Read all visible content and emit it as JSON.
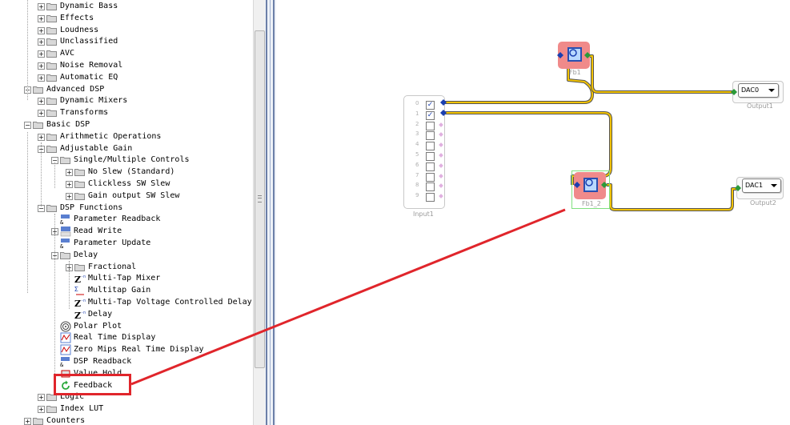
{
  "tree": {
    "items": [
      {
        "label": "Dynamic Bass",
        "expander": "+",
        "indent": 1
      },
      {
        "label": "Effects",
        "expander": "+",
        "indent": 1
      },
      {
        "label": "Loudness",
        "expander": "+",
        "indent": 1
      },
      {
        "label": "Unclassified",
        "expander": "+",
        "indent": 1
      },
      {
        "label": "AVC",
        "expander": "+",
        "indent": 1
      },
      {
        "label": "Noise Removal",
        "expander": "+",
        "indent": 1
      },
      {
        "label": "Automatic EQ",
        "expander": "+",
        "indent": 1
      },
      {
        "label": "Advanced DSP",
        "expander": "−",
        "indent": 0
      },
      {
        "label": "Dynamic Mixers",
        "expander": "+",
        "indent": 1
      },
      {
        "label": "Transforms",
        "expander": "+",
        "indent": 1
      },
      {
        "label": "Basic DSP",
        "expander": "−",
        "indent": 0
      },
      {
        "label": "Arithmetic Operations",
        "expander": "+",
        "indent": 1
      },
      {
        "label": "Adjustable Gain",
        "expander": "−",
        "indent": 1
      },
      {
        "label": "Single/Multiple Controls",
        "expander": "−",
        "indent": 2
      },
      {
        "label": "No Slew (Standard)",
        "expander": "+",
        "indent": 3
      },
      {
        "label": "Clickless SW Slew",
        "expander": "+",
        "indent": 3
      },
      {
        "label": "Gain output SW Slew",
        "expander": "+",
        "indent": 3
      },
      {
        "label": "DSP Functions",
        "expander": "−",
        "indent": 1
      },
      {
        "label": "Parameter Readback",
        "expander": "",
        "indent": 2,
        "icon": "readback"
      },
      {
        "label": "Read Write",
        "expander": "+",
        "indent": 2,
        "icon": "rw"
      },
      {
        "label": "Parameter Update",
        "expander": "",
        "indent": 2,
        "icon": "readback"
      },
      {
        "label": "Delay",
        "expander": "−",
        "indent": 2
      },
      {
        "label": "Fractional",
        "expander": "+",
        "indent": 3
      },
      {
        "label": "Multi-Tap Mixer",
        "expander": "",
        "indent": 3,
        "icon": "z"
      },
      {
        "label": "Multitap Gain",
        "expander": "",
        "indent": 3,
        "icon": "mtg"
      },
      {
        "label": "Multi-Tap Voltage Controlled Delay",
        "expander": "",
        "indent": 3,
        "icon": "z"
      },
      {
        "label": "Delay",
        "expander": "",
        "indent": 3,
        "icon": "z"
      },
      {
        "label": "Polar Plot",
        "expander": "",
        "indent": 2,
        "icon": "polar"
      },
      {
        "label": "Real Time Display",
        "expander": "",
        "indent": 2,
        "icon": "rtd"
      },
      {
        "label": "Zero Mips Real Time Display",
        "expander": "",
        "indent": 2,
        "icon": "rtd"
      },
      {
        "label": "DSP Readback",
        "expander": "",
        "indent": 2,
        "icon": "readback"
      },
      {
        "label": "Value Hold",
        "expander": "",
        "indent": 2,
        "icon": "hold"
      },
      {
        "label": "Feedback",
        "expander": "",
        "indent": 2,
        "icon": "feedback"
      },
      {
        "label": "Logic",
        "expander": "+",
        "indent": 1
      },
      {
        "label": "Index LUT",
        "expander": "+",
        "indent": 1
      },
      {
        "label": "Counters",
        "expander": "+",
        "indent": 0
      }
    ]
  },
  "canvas": {
    "input_block": {
      "label": "Input1",
      "channels": [
        {
          "num": "0",
          "checked": true
        },
        {
          "num": "1",
          "checked": true
        },
        {
          "num": "2",
          "checked": false
        },
        {
          "num": "3",
          "checked": false
        },
        {
          "num": "4",
          "checked": false
        },
        {
          "num": "5",
          "checked": false
        },
        {
          "num": "6",
          "checked": false
        },
        {
          "num": "7",
          "checked": false
        },
        {
          "num": "8",
          "checked": false
        },
        {
          "num": "9",
          "checked": false
        }
      ]
    },
    "fb1": {
      "label": "Fb1"
    },
    "fb1_2": {
      "label": "Fb1_2"
    },
    "output1": {
      "label": "Output1",
      "dac": "DAC0"
    },
    "output2": {
      "label": "Output2",
      "dac": "DAC1"
    }
  },
  "colors": {
    "wire": "#f2c200",
    "fb_block": "#f08a8a",
    "highlight": "#e0252b"
  }
}
